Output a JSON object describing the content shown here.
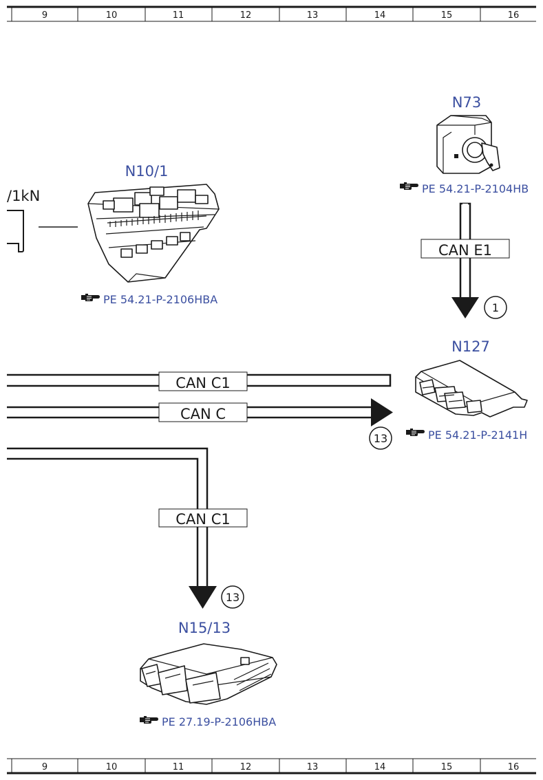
{
  "grid": {
    "columns": [
      "9",
      "10",
      "11",
      "12",
      "13",
      "14",
      "15",
      "16"
    ]
  },
  "components": {
    "n73": {
      "label": "N73",
      "ref": "PE 54.21-P-2104HB"
    },
    "n10_1": {
      "label": "N10/1",
      "ref": "PE 54.21-P-2106HBA"
    },
    "n127": {
      "label": "N127",
      "ref": "PE 54.21-P-2141H"
    },
    "n15_13": {
      "label": "N15/13",
      "ref": "PE 27.19-P-2106HBA"
    }
  },
  "partial_left_label": "/1kN",
  "buses": {
    "can_e1": {
      "label": "CAN E1",
      "marker": "1"
    },
    "can_c1_top": {
      "label": "CAN C1"
    },
    "can_c": {
      "label": "CAN C",
      "marker": "13"
    },
    "can_c1_down": {
      "label": "CAN C1",
      "marker": "13"
    }
  },
  "icons": {
    "ref_icon": "pointing-hand-icon"
  }
}
